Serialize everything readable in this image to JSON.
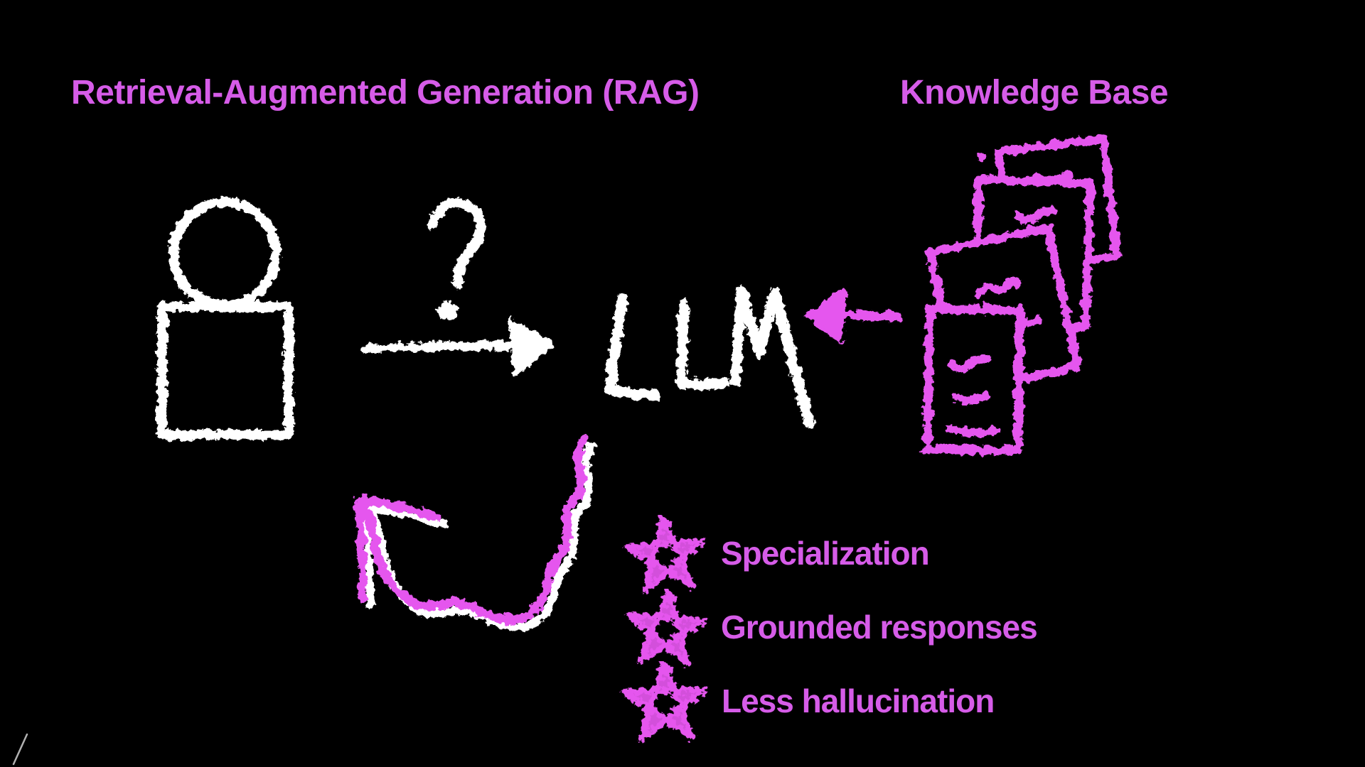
{
  "colors": {
    "background": "#000000",
    "text_magenta": "#d65ce8",
    "chalk_magenta": "#e556ee",
    "chalk_white": "#ffffff"
  },
  "header": {
    "title": "Retrieval-Augmented Generation (RAG)",
    "knowledge_base_label": "Knowledge Base"
  },
  "diagram": {
    "question_mark": "?",
    "llm_label": "LLM"
  },
  "icons": {
    "user": "user-icon",
    "question": "question-mark-icon",
    "query_arrow": "arrow-right-icon",
    "retrieval_arrow": "arrow-left-icon",
    "documents": "documents-stack-icon",
    "response_arrow": "curved-arrow-icon",
    "benefit": "star-icon"
  },
  "benefits": [
    {
      "icon": "star-icon",
      "label": "Specialization"
    },
    {
      "icon": "star-icon",
      "label": "Grounded responses"
    },
    {
      "icon": "star-icon",
      "label": "Less hallucination"
    }
  ]
}
